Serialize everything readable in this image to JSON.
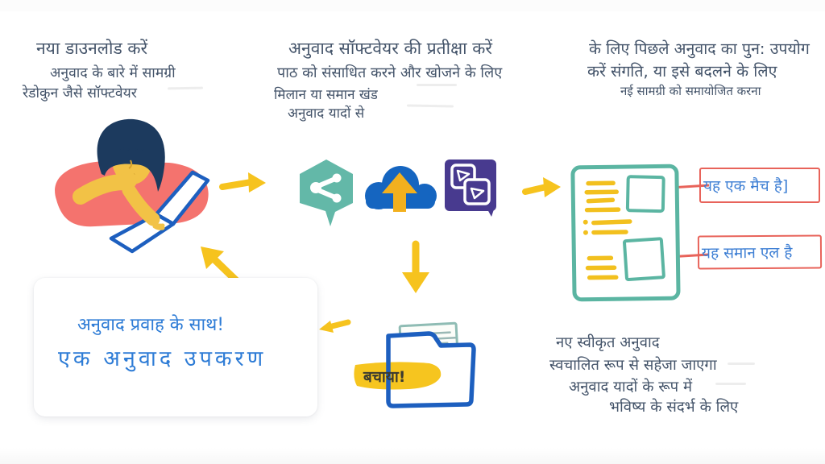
{
  "diagram_title": "translation-tool-workflow",
  "colors": {
    "text_dark": "#44546a",
    "text_blue": "#2e7cd6",
    "callout_red": "#e8635a",
    "arrow_yellow": "#f6c31e",
    "teal": "#63b8a8",
    "blue": "#1d5fbf",
    "cloud_blue": "#1565c0",
    "purple": "#483a8f",
    "coral": "#f4736e",
    "skin_yellow": "#f2c246",
    "hair_navy": "#1c3a5e"
  },
  "blocks": {
    "download": {
      "heading": "नया डाउनलोड करें",
      "line2": "अनुवाद के बारे में सामग्री",
      "line3": "रेडोकुन जैसे सॉफ्टवेयर"
    },
    "process": {
      "heading": "अनुवाद सॉफ्टवेयर की प्रतीक्षा करें",
      "line2": "पाठ को संसाधित करने और खोजने के लिए",
      "line3": "मिलान या समान खंड",
      "line4": "अनुवाद यादों से"
    },
    "reuse": {
      "line1": "के लिए पिछले अनुवाद का पुन: उपयोग",
      "line2": "करें संगति, या इसे बदलने के लिए",
      "line3": "नई सामग्री को समायोजित करना"
    },
    "saved": {
      "line1": "नए स्वीकृत अनुवाद",
      "line2": "स्वचालित रूप से सहेजा जाएगा",
      "line3": "अनुवाद यादों के रूप में",
      "line4": "भविष्य के संदर्भ के लिए"
    }
  },
  "callouts": {
    "match": "यह एक मैच है]",
    "similar": "यह समान एल है"
  },
  "card": {
    "line1": "अनुवाद प्रवाह के साथ!",
    "line2": "एक अनुवाद उपकरण"
  },
  "folder": {
    "saved_badge": "बचाया!"
  },
  "icons": {
    "share": "share-network-icon",
    "cloud": "cloud-upload-icon",
    "translate": "translate-documents-icon"
  }
}
